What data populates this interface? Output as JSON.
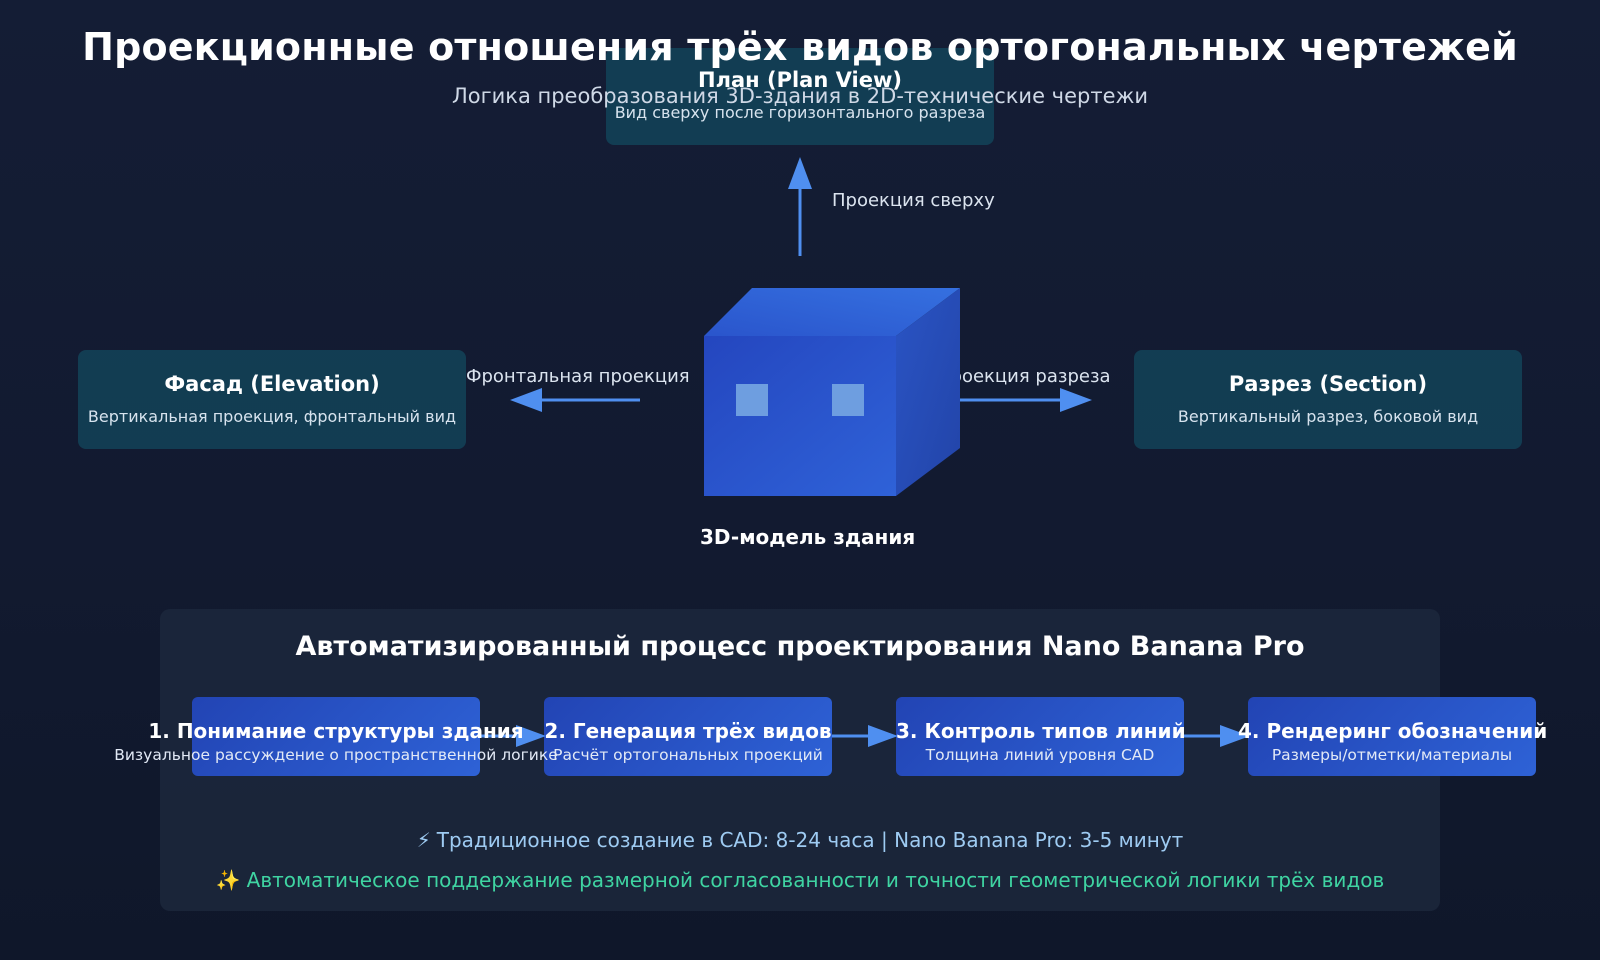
{
  "header": {
    "title": "Проекционные отношения трёх видов ортогональных чертежей",
    "subtitle": "Логика преобразования 3D-здания в 2D-технические чертежи"
  },
  "views": {
    "plan": {
      "title": "План (Plan View)",
      "description": "Вид сверху после горизонтального разреза"
    },
    "facade": {
      "title": "Фасад (Elevation)",
      "description": "Вертикальная проекция, фронтальный вид"
    },
    "section": {
      "title": "Разрез (Section)",
      "description": "Вертикальный разрез, боковой вид"
    }
  },
  "arrows": {
    "top": "Проекция сверху",
    "front": "Фронтальная проекция",
    "section": "Проекция разреза"
  },
  "model": {
    "label": "3D-модель здания"
  },
  "process": {
    "title": "Автоматизированный процесс проектирования Nano Banana Pro",
    "steps": [
      {
        "title": "1. Понимание структуры здания",
        "description": "Визуальное рассуждение о пространственной логике"
      },
      {
        "title": "2. Генерация трёх видов",
        "description": "Расчёт ортогональных проекций"
      },
      {
        "title": "3. Контроль типов линий",
        "description": "Толщина линий уровня CAD"
      },
      {
        "title": "4. Рендеринг обозначений",
        "description": "Размеры/отметки/материалы"
      }
    ],
    "time_note": {
      "icon": "⚡",
      "text": "Традиционное создание в CAD: 8-24 часа | Nano Banana Pro: 3-5 минут"
    },
    "accuracy_note": {
      "icon": "✨",
      "text": "Автоматическое поддержание размерной согласованности и точности геометрической логики трёх видов"
    }
  },
  "colors": {
    "background": "#131b31",
    "view_box": "#12465c",
    "cube_front": "#2a58d0",
    "arrow": "#4f8ff0",
    "step_box": "#2a55c8",
    "accent_blue_text": "#9ecbf2",
    "accent_green_text": "#3fd4a2"
  }
}
